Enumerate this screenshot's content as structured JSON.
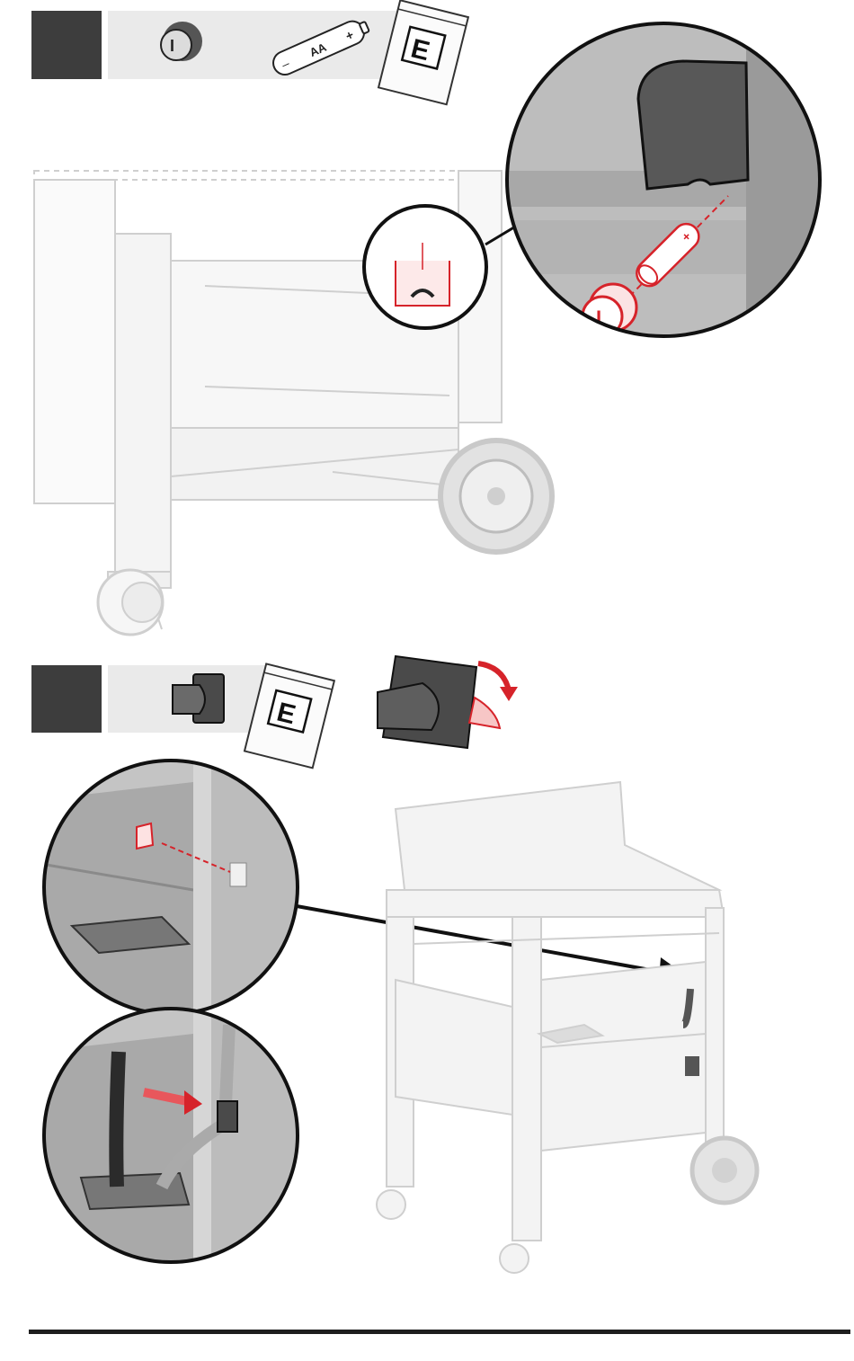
{
  "step1": {
    "battery_label": "AA",
    "battery_minus": "–",
    "battery_plus": "+",
    "bag_letter": "E",
    "knob_mark": "I",
    "zoom_battery_plus": "+"
  },
  "step2": {
    "bag_letter": "E"
  },
  "colors": {
    "step_box": "#3d3d3d",
    "parts_band": "#eaeaea",
    "highlight_red": "#d6232a",
    "grill_ghost": "#d4d4d4",
    "part_dark": "#4a4a4a"
  }
}
